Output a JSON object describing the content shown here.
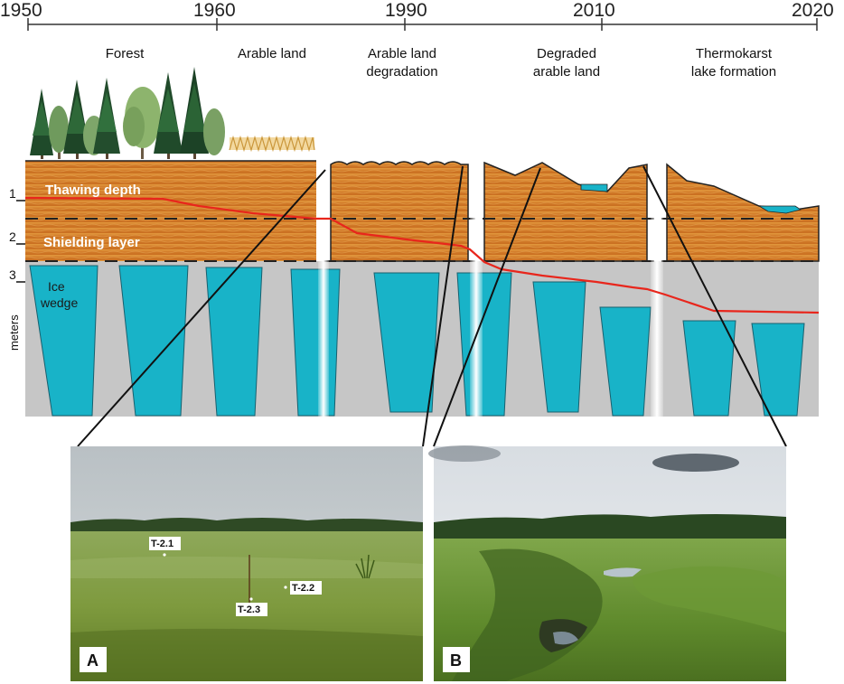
{
  "timeline": {
    "years": [
      "1950",
      "1960",
      "1990",
      "2010",
      "2020"
    ],
    "stages": [
      [
        "Forest"
      ],
      [
        "Arable land"
      ],
      [
        "Arable land",
        "degradation"
      ],
      [
        "Degraded",
        "arable land"
      ],
      [
        "Thermokarst",
        "lake formation"
      ]
    ]
  },
  "profile": {
    "thawing_label": "Thawing depth",
    "shielding_label": "Shielding layer",
    "ice_wedge_label": [
      "Ice",
      "wedge"
    ],
    "depth_ticks": [
      "1",
      "2",
      "3"
    ],
    "axis_title": "meters",
    "colors": {
      "soil": "#d9822b",
      "ice": "#18b3c8",
      "permafrost": "#c6c6c6",
      "thaw_line": "#e8261c"
    }
  },
  "photos": {
    "panel_a": {
      "label": "A",
      "points": [
        "T-2.1",
        "T-2.2",
        "T-2.3"
      ]
    },
    "panel_b": {
      "label": "B"
    }
  }
}
